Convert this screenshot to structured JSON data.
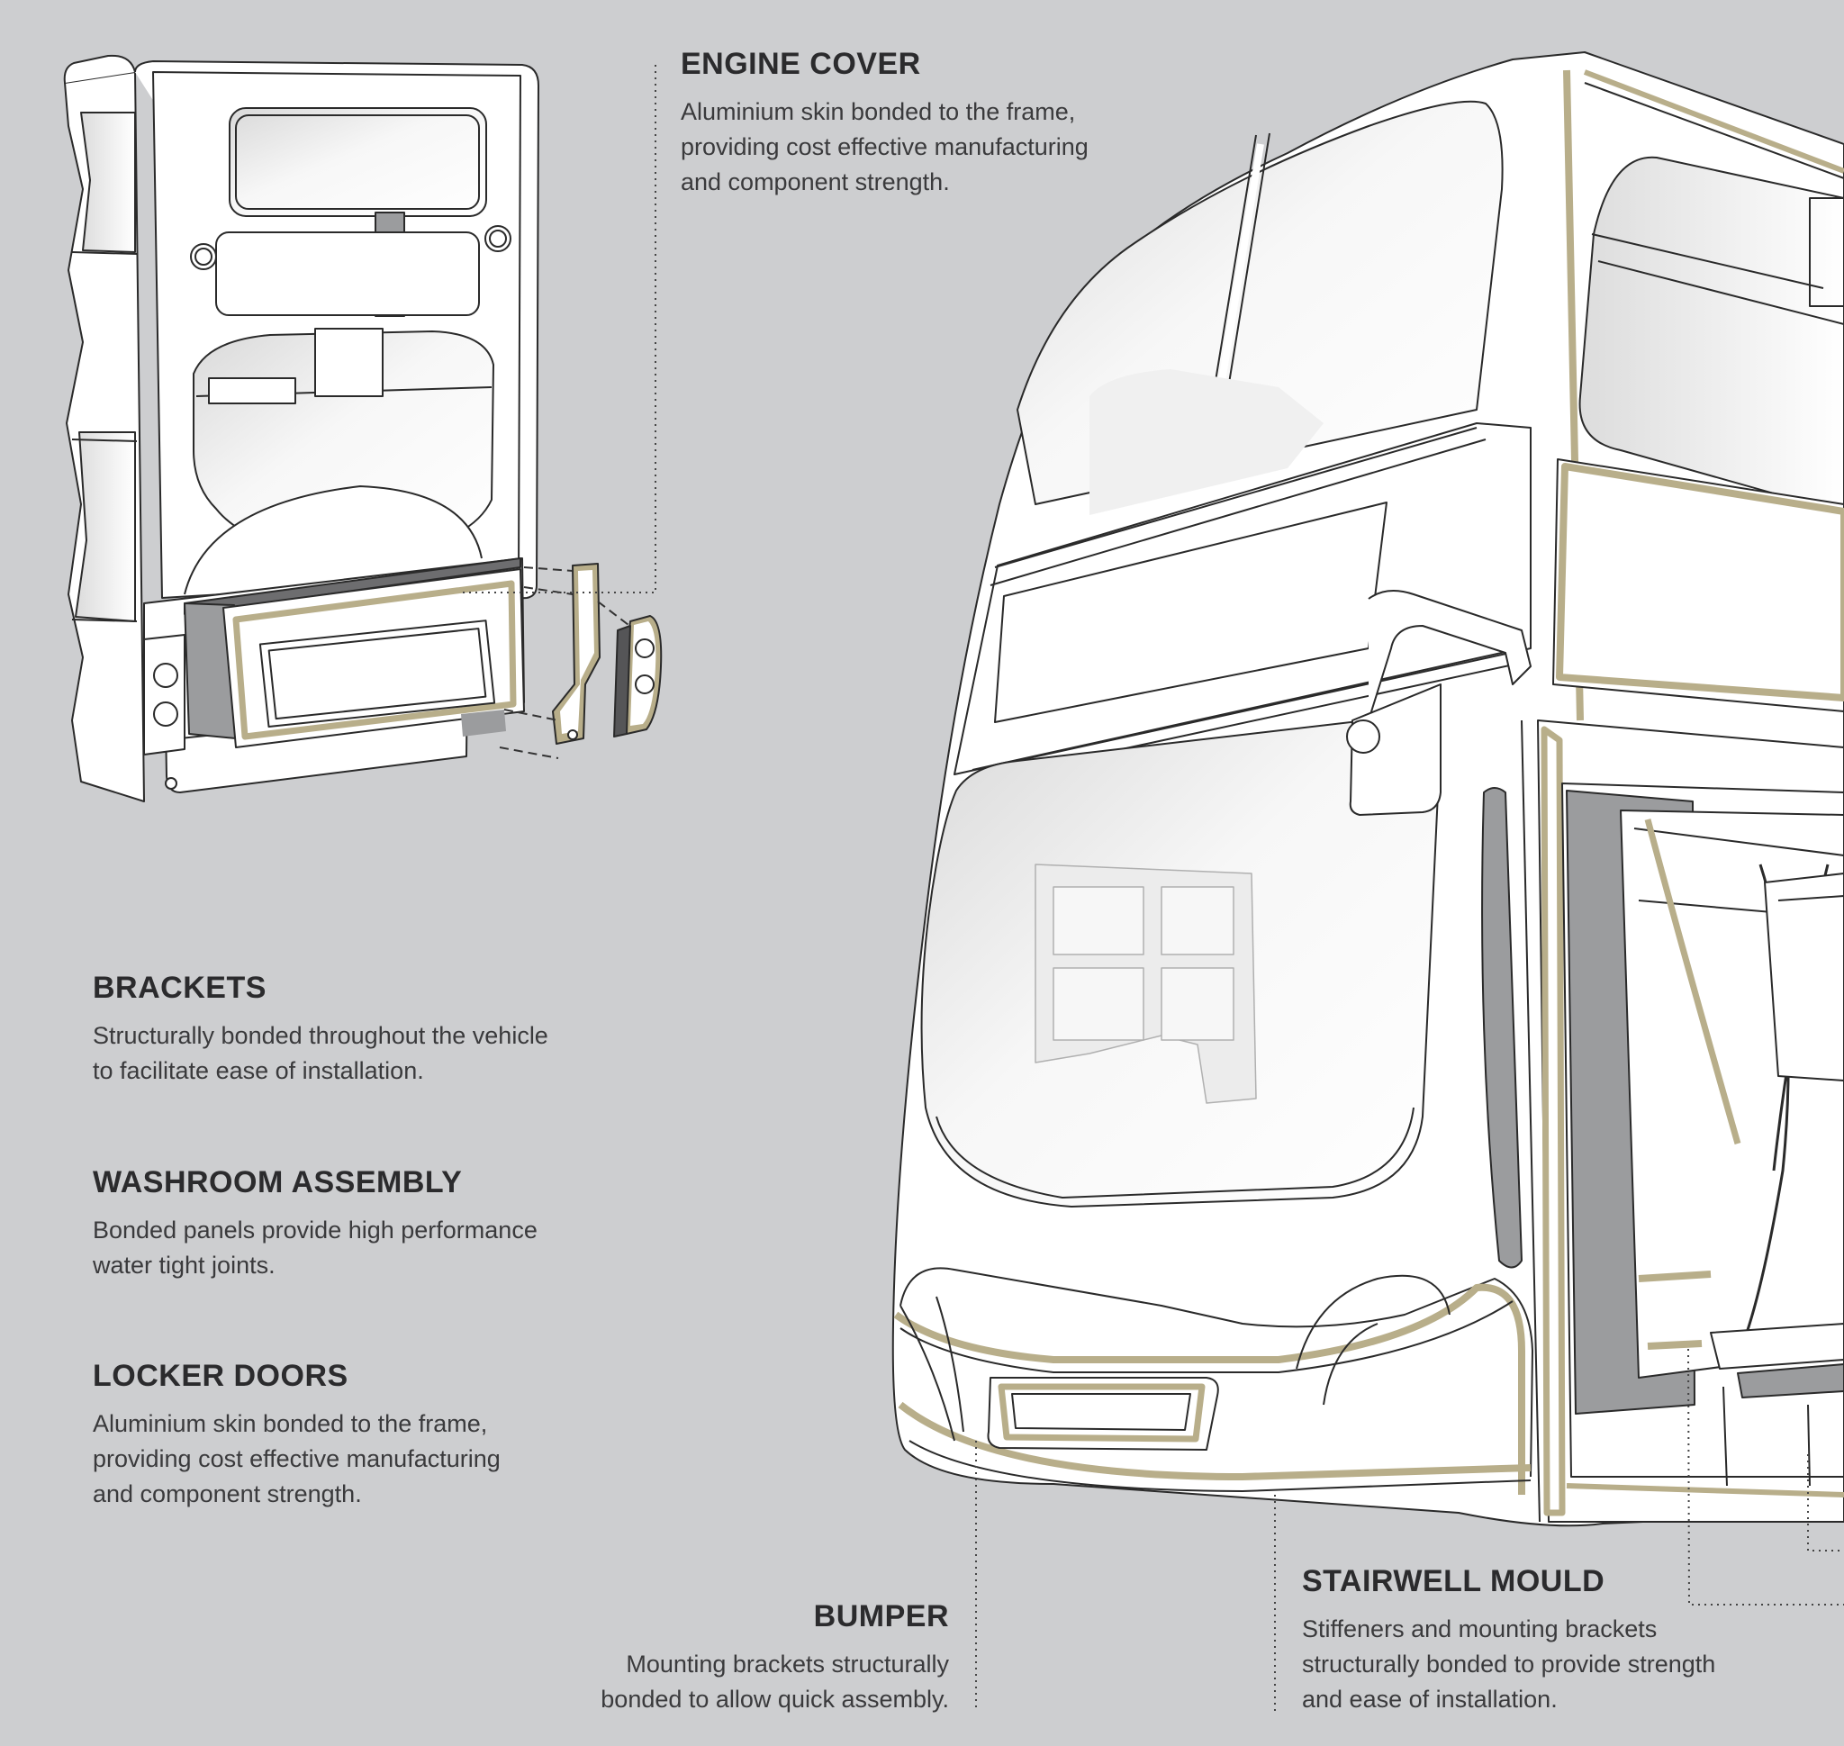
{
  "callouts": {
    "engine_cover": {
      "title": "ENGINE COVER",
      "description": "Aluminium skin bonded to the frame,\nproviding cost effective manufacturing\nand component strength."
    },
    "brackets": {
      "title": "BRACKETS",
      "description": "Structurally bonded throughout the vehicle\nto facilitate ease of installation."
    },
    "washroom_assembly": {
      "title": "WASHROOM ASSEMBLY",
      "description": "Bonded panels provide high performance\nwater tight joints."
    },
    "locker_doors": {
      "title": "LOCKER DOORS",
      "description": "Aluminium skin bonded to the frame,\nproviding cost effective manufacturing\nand component strength."
    },
    "bumper": {
      "title": "BUMPER",
      "description": "Mounting brackets structurally\nbonded to allow quick assembly."
    },
    "stairwell_mould": {
      "title": "STAIRWELL MOULD",
      "description": "Stiffeners and mounting brackets\nstructurally bonded to provide strength\nand ease of installation."
    }
  },
  "colors": {
    "background": "#cdced0",
    "bond_line": "#b8ae8a",
    "panel_dark": "#9b9c9e",
    "outline": "#2a2a2a"
  }
}
